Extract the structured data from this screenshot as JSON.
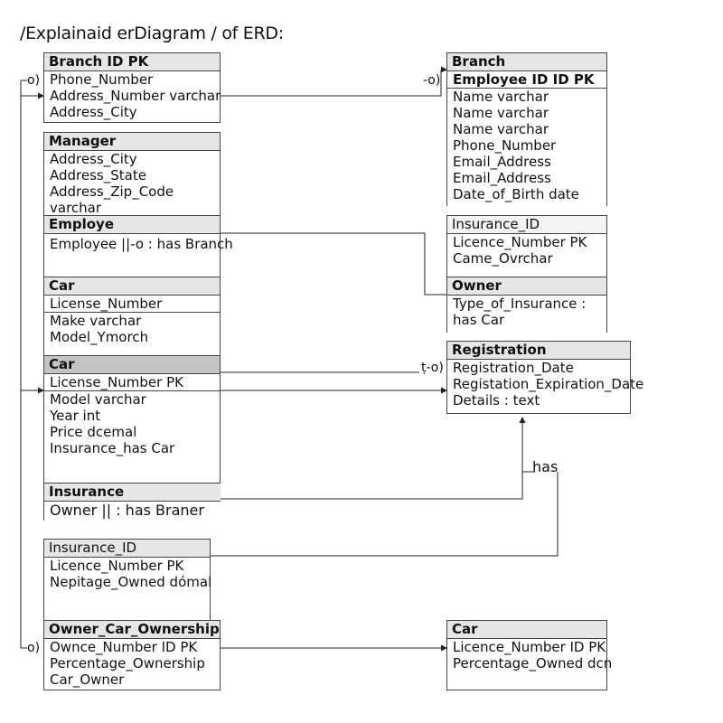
{
  "title": "/Explainaid erDiagram / of ERD:",
  "entities": {
    "branch_left": {
      "header": "Branch ID PK",
      "rows": [
        "Phone_Number",
        "Address_Number  varchar",
        "Address_City"
      ]
    },
    "manager": {
      "header": "Manager",
      "rows": [
        "Address_City",
        "Address_State",
        "Address_Zip_Code",
        "varchar"
      ]
    },
    "employe": {
      "header": "Employe",
      "rows": [
        "Employee ||-o : has Branch"
      ]
    },
    "car_top": {
      "header": "Car",
      "rows": [
        "License_Number",
        "Make varchar",
        "Model_Ymorch"
      ]
    },
    "car_mid": {
      "header": "Car",
      "rows": [
        "License_Number PK",
        "Model varchar",
        "Year int",
        "Price dcemal",
        "Insurance_has Car"
      ]
    },
    "insurance": {
      "header": "Insurance",
      "rows": [
        "Owner || : has Braner"
      ]
    },
    "insurance_id_left": {
      "header": "Insurance_ID",
      "rows": [
        "Licence_Number PK",
        "Nepitage_Owned dómal"
      ]
    },
    "owner_car_ownership": {
      "header": "Owner_Car_Ownership",
      "rows": [
        "Ownce_Number ID     PK",
        "Percentage_Ownership",
        "Car_Owner"
      ]
    },
    "branch_right": {
      "header": "Branch",
      "rows": [
        "Employee ID ID PK",
        "Name varchar",
        "Name varchar",
        "Name varchar",
        "Phone_Number",
        "Email_Address",
        "Email_Address",
        "Date_of_Birth date"
      ]
    },
    "insurance_id_right": {
      "header": "Insurance_ID",
      "rows": [
        "Licence_Number PK",
        "Came_Ovrchar"
      ]
    },
    "owner": {
      "header": "Owner",
      "rows": [
        "Type_of_Insurance :",
        "has Car"
      ]
    },
    "registration": {
      "header": "Registration",
      "rows": [
        "Registration_Date",
        "Registation_Expiration_Date",
        "Details : text"
      ]
    },
    "car_bottom": {
      "header": "Car",
      "rows": [
        "Licence_Number ID  PK",
        "Percentage_Owned dcn"
      ]
    }
  },
  "connector_labels": {
    "top_left": "o)",
    "top_right": "-o)",
    "registration": "ṭ-o)",
    "bottom_left": "o)",
    "has": "has"
  }
}
